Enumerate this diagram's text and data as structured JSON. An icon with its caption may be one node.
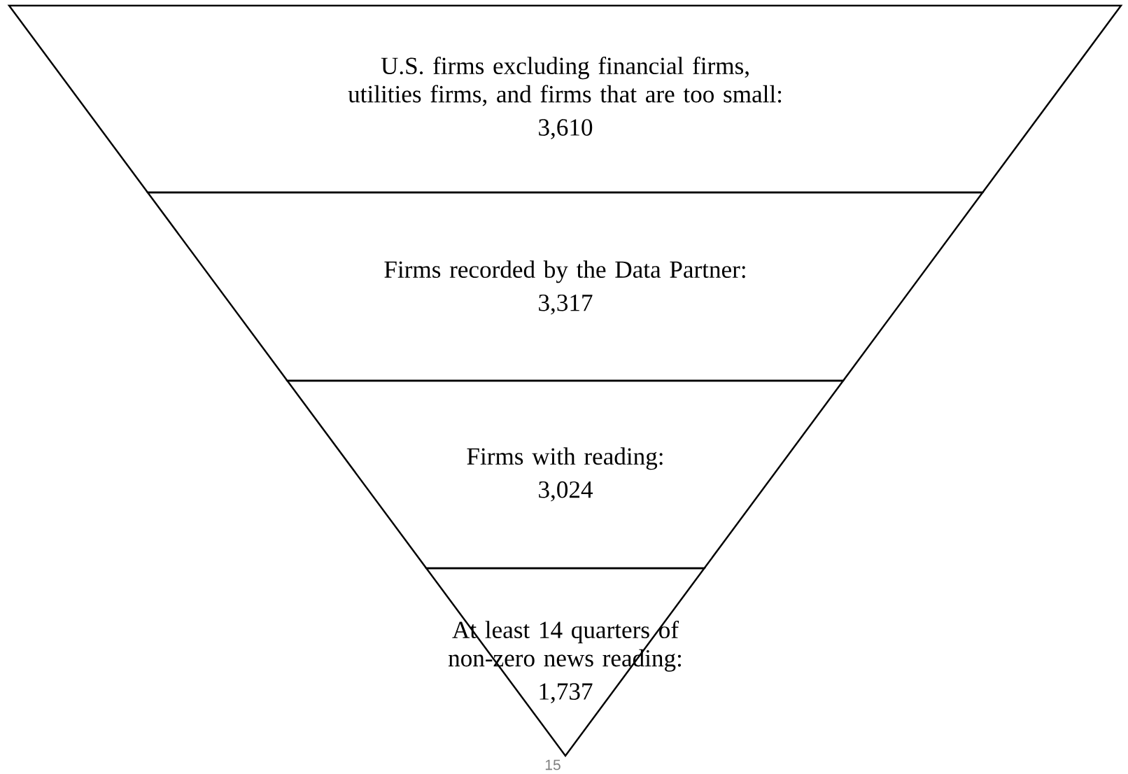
{
  "diagram": {
    "nodes": [
      {
        "text": [
          "U.S. firms excluding financial firms, utilities firms, and firms that are too small:",
          "3,610"
        ]
      },
      {
        "text": [
          "Firms recorded by the Data Partner:",
          "3,317"
        ]
      },
      {
        "text": [
          "Firms with reading:",
          "3,024"
        ]
      },
      {
        "text": [
          "At least 14 quarters of non-zero news reading:",
          "1,737"
        ]
      }
    ],
    "labels": [
      "15"
    ]
  }
}
